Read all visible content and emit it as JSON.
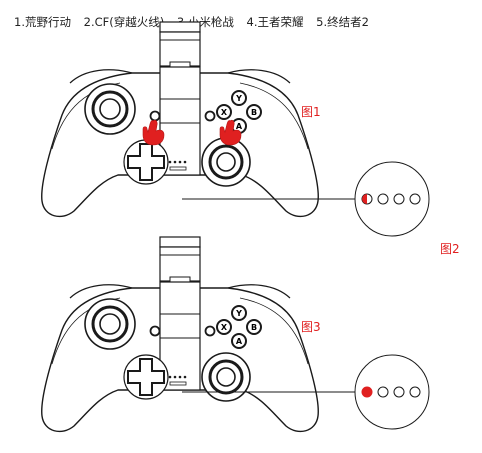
{
  "header": {
    "modes": [
      "1.荒野行动",
      "2.CF(穿越火线)",
      "3.小米枪战",
      "4.王者荣耀",
      "5.终结者2"
    ]
  },
  "figures": {
    "fig1": "图1",
    "fig2": "图2",
    "fig3": "图3"
  },
  "buttons": {
    "y": "Y",
    "b": "B",
    "x": "X",
    "a": "A"
  },
  "indicators": {
    "top": [
      "half-red",
      "off",
      "off",
      "off"
    ],
    "bottom": [
      "red",
      "off",
      "off",
      "off"
    ]
  },
  "colors": {
    "accent": "#e02020",
    "line": "#1a1a1a"
  }
}
